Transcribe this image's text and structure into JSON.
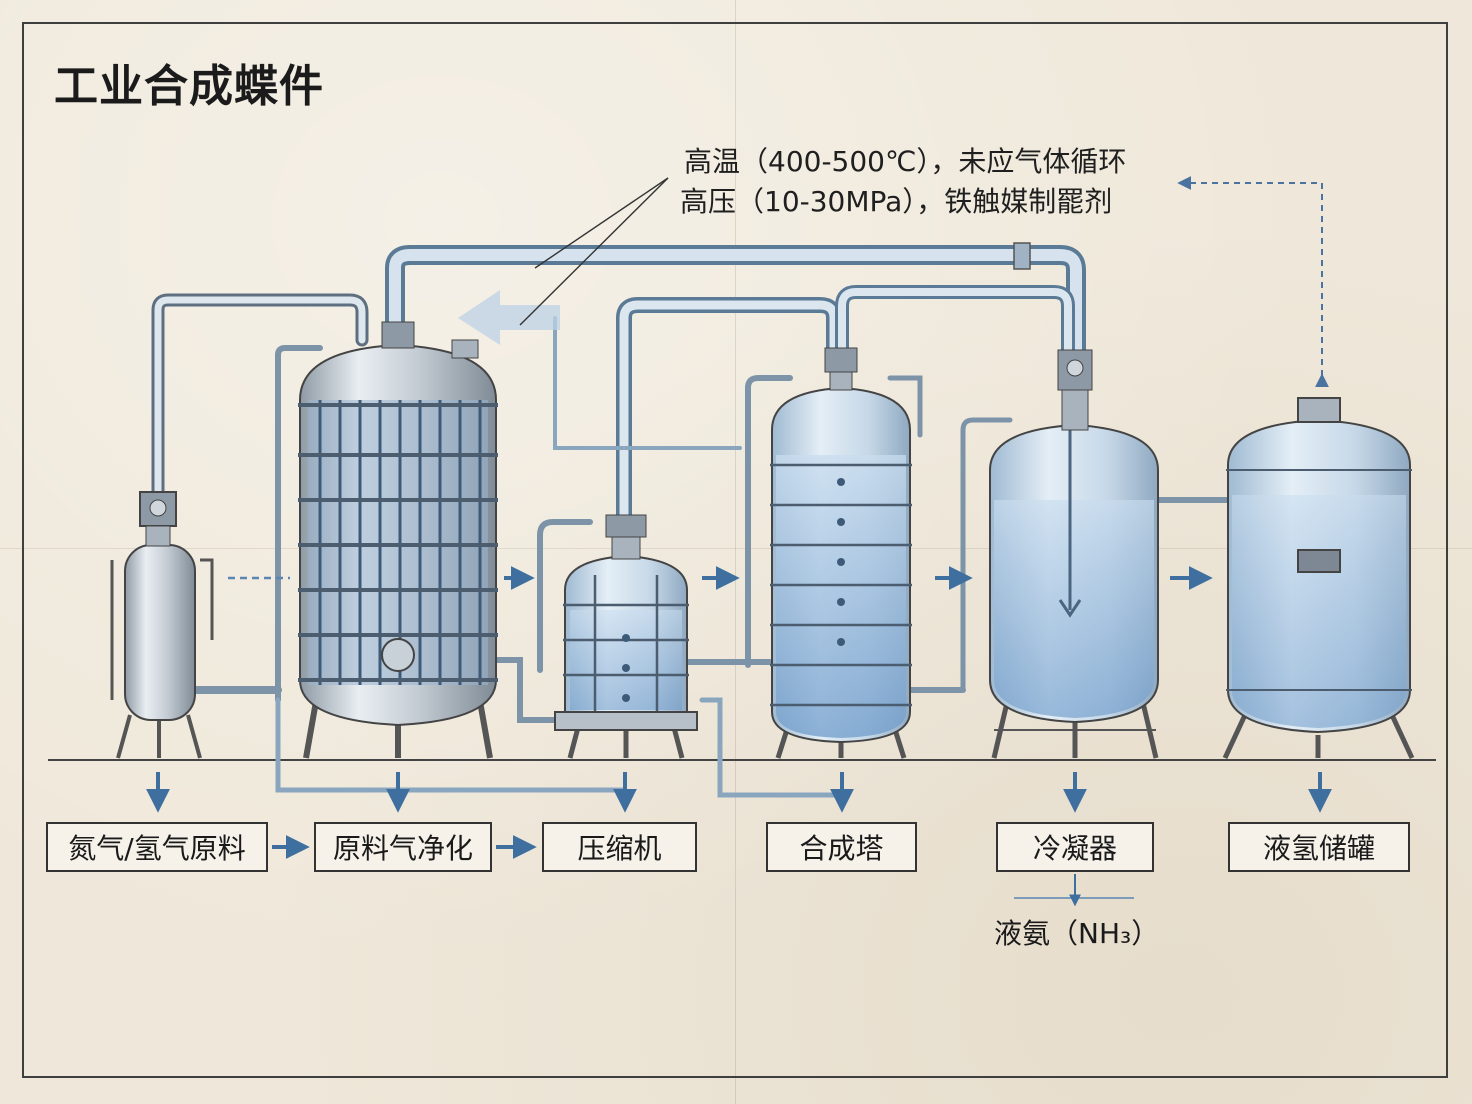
{
  "title": "工业合成蝶件",
  "conditions": {
    "line1": "高温（400-500℃），未应气体循环",
    "line2": "高压（10-30MPa），铁触媒制罷剂"
  },
  "stages": [
    {
      "id": "feed",
      "label": "氮气/氢气原料"
    },
    {
      "id": "purify",
      "label": "原料气净化"
    },
    {
      "id": "compressor",
      "label": "压缩机"
    },
    {
      "id": "synthesis",
      "label": "合成塔"
    },
    {
      "id": "condenser",
      "label": "冷凝器"
    },
    {
      "id": "storage",
      "label": "液氢储罐"
    }
  ],
  "product": "液氨（NH₃）",
  "colors": {
    "pipe": "#a9c0d4",
    "liquid": "#8fb6dc",
    "arrow": "#3e6f9e",
    "steel": "#c9d1d8",
    "outline": "#333333"
  }
}
